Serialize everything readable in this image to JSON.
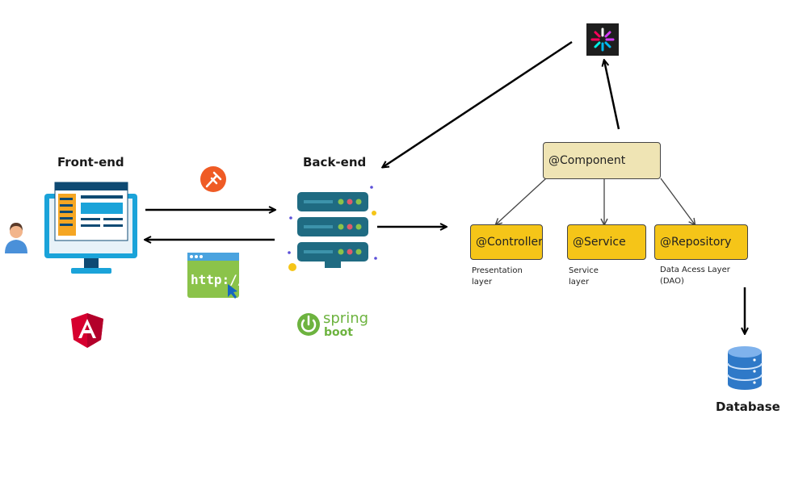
{
  "labels": {
    "frontend": "Front-end",
    "backend": "Back-end",
    "database": "Database"
  },
  "boxes": {
    "component": "@Component",
    "controller": "@Controller",
    "service": "@Service",
    "repository": "@Repository"
  },
  "notes": {
    "controller": [
      "Presentation",
      "layer"
    ],
    "service": [
      "Service",
      "layer"
    ],
    "repository": [
      "Data Acess Layer",
      "(DAO)"
    ]
  },
  "icons": {
    "user": "user-avatar-icon",
    "frontend": "desktop-monitor-icon",
    "angular": "angular-logo-icon",
    "postman": "postman-logo-icon",
    "http": "http-request-icon",
    "backend": "server-stack-icon",
    "spring": "spring-boot-logo-icon",
    "jwt": "jwt-logo-icon",
    "database": "database-icon"
  },
  "logo_text": {
    "http": "http://",
    "spring_top": "spring",
    "spring_bottom": "boot"
  },
  "colors": {
    "angular": "#d6002f",
    "postman": "#ef5b25",
    "spring": "#6db33f",
    "server": "#1f6b82",
    "monitor": "#1aa3d9",
    "box_yellow": "#f5c518",
    "box_tan": "#efe4b4",
    "database": "#2f79c8"
  }
}
